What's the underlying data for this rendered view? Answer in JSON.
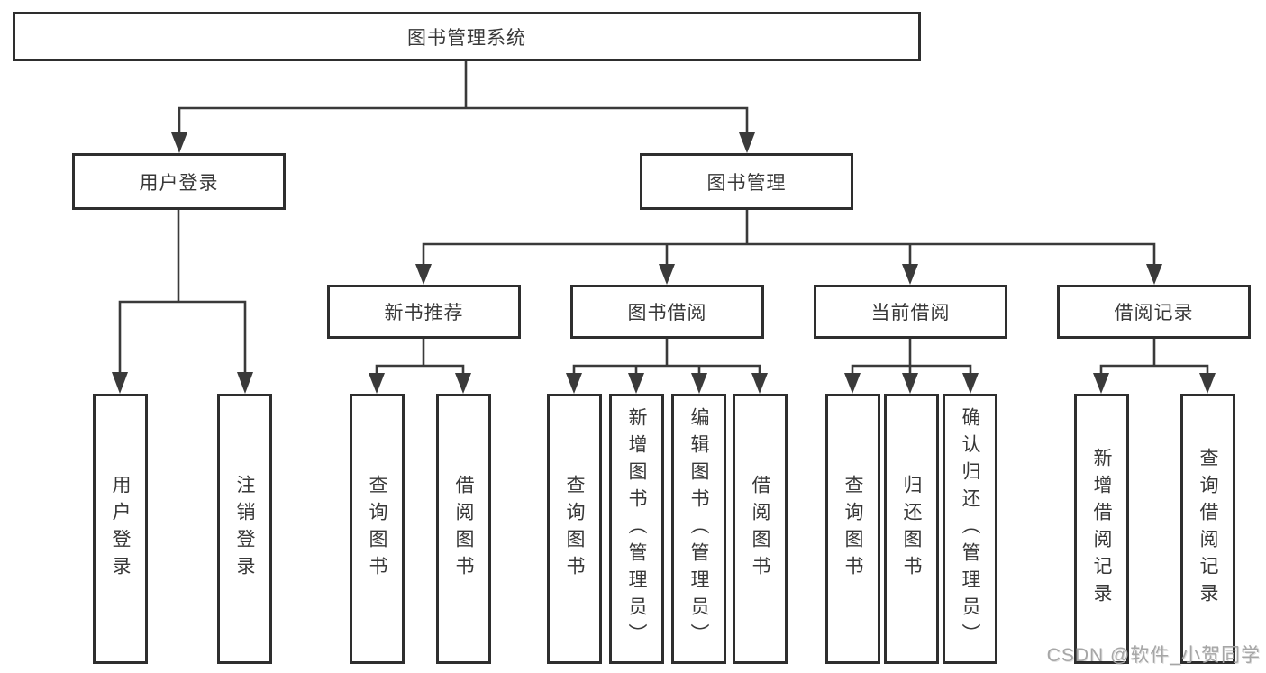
{
  "diagram": {
    "root": {
      "label": "图书管理系统"
    },
    "branches": [
      {
        "label": "用户登录",
        "children": [
          {
            "label": "用户登录"
          },
          {
            "label": "注销登录"
          }
        ]
      },
      {
        "label": "图书管理",
        "children": [
          {
            "label": "新书推荐",
            "children": [
              {
                "label": "查询图书"
              },
              {
                "label": "借阅图书"
              }
            ]
          },
          {
            "label": "图书借阅",
            "children": [
              {
                "label": "查询图书"
              },
              {
                "label": "新增图书（管理员）"
              },
              {
                "label": "编辑图书（管理员）"
              },
              {
                "label": "借阅图书"
              }
            ]
          },
          {
            "label": "当前借阅",
            "children": [
              {
                "label": "查询图书"
              },
              {
                "label": "归还图书"
              },
              {
                "label": "确认归还（管理员）"
              }
            ]
          },
          {
            "label": "借阅记录",
            "children": [
              {
                "label": "新增借阅记录"
              },
              {
                "label": "查询借阅记录"
              }
            ]
          }
        ]
      }
    ],
    "watermark": "CSDN @软件_小贺同学"
  },
  "theme": {
    "bg": "#ffffff",
    "line": "#3a3a3a",
    "border": "#2e2e2e",
    "text": "#383838",
    "watermark": "#a6a6a6"
  }
}
